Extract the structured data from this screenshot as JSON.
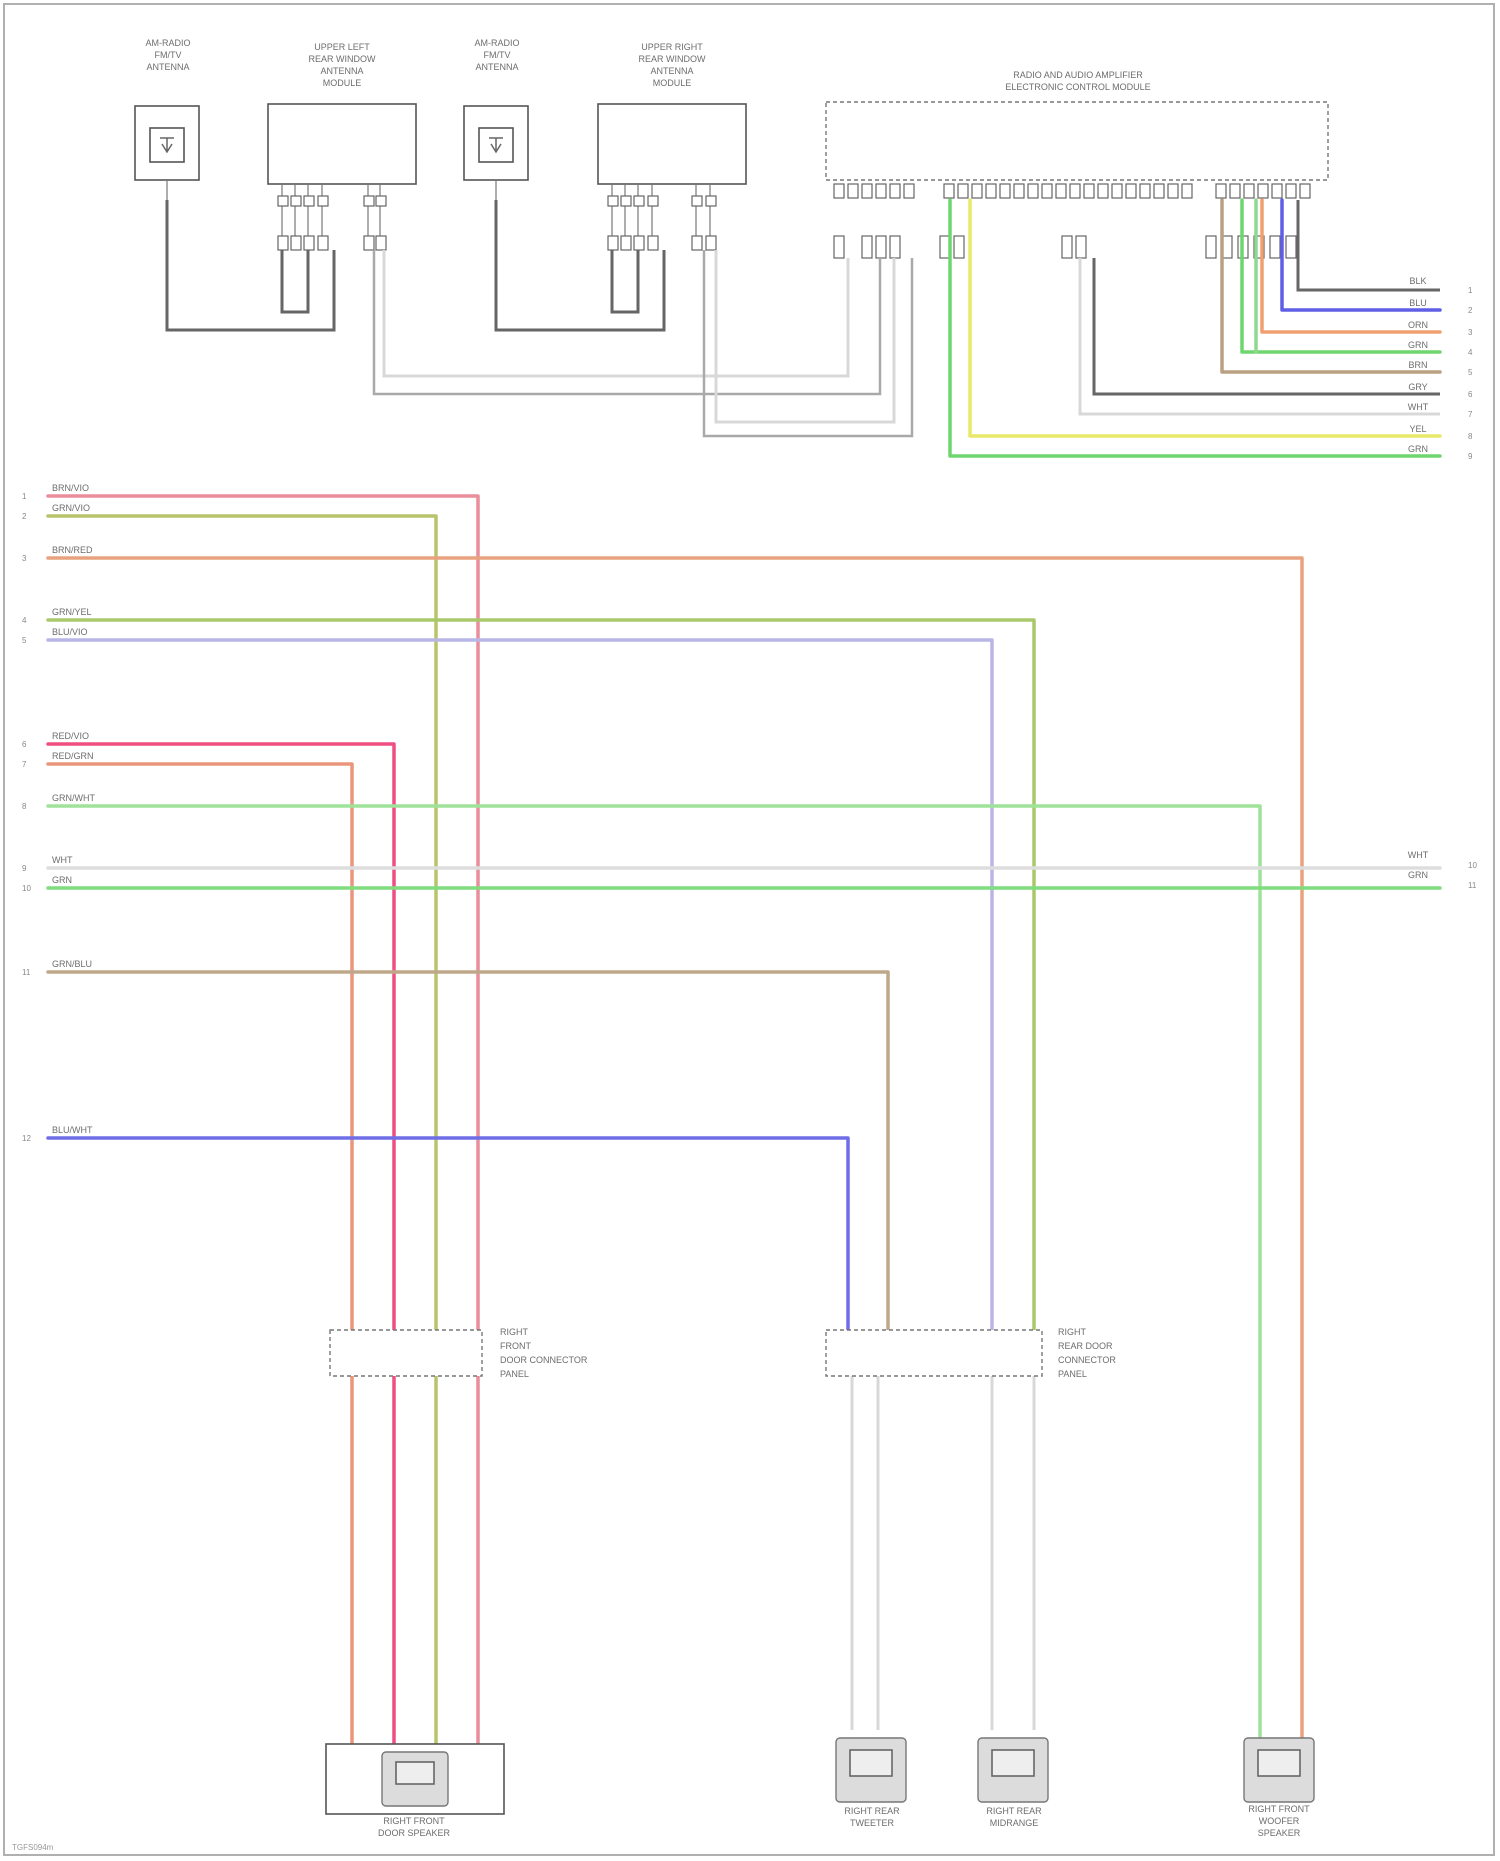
{
  "modules": {
    "left_antenna": {
      "label": [
        "AM-RADIO",
        "FM/TV",
        "ANTENNA"
      ]
    },
    "left_amp": {
      "label": [
        "UPPER LEFT",
        "REAR WINDOW",
        "ANTENNA",
        "MODULE"
      ]
    },
    "right_antenna": {
      "label": [
        "AM-RADIO",
        "FM/TV",
        "ANTENNA"
      ]
    },
    "right_amp": {
      "label": [
        "UPPER RIGHT",
        "REAR WINDOW",
        "ANTENNA",
        "MODULE"
      ]
    },
    "main_module": {
      "label": [
        "RADIO AND AUDIO AMPLIFIER",
        "ELECTRONIC CONTROL MODULE"
      ]
    }
  },
  "connectors": {
    "front_door": {
      "label": [
        "RIGHT",
        "FRONT",
        "DOOR CONNECTOR",
        "PANEL"
      ]
    },
    "rear_door": {
      "label": [
        "RIGHT",
        "REAR DOOR",
        "CONNECTOR",
        "PANEL"
      ]
    }
  },
  "speakers": {
    "front_door_speaker": {
      "label": [
        "RIGHT FRONT",
        "DOOR SPEAKER"
      ]
    },
    "rear_tweeter": {
      "label": [
        "RIGHT REAR",
        "TWEETER"
      ]
    },
    "rear_woofer": {
      "label": [
        "RIGHT REAR",
        "MIDRANGE"
      ]
    },
    "rear_sub": {
      "label": [
        "RIGHT FRONT",
        "WOOFER",
        "SPEAKER"
      ]
    }
  },
  "left_wires": [
    {
      "index": "1",
      "color_name": "BRN/VIO",
      "hex": "#e98e9a"
    },
    {
      "index": "2",
      "color_name": "GRN/VIO",
      "hex": "#b9c46a"
    },
    {
      "index": "3",
      "color_name": "BRN/RED",
      "hex": "#e8a27f"
    },
    {
      "index": "4",
      "color_name": "GRN/YEL",
      "hex": "#a8c86a"
    },
    {
      "index": "5",
      "color_name": "BLU/VIO",
      "hex": "#b9b6e6"
    },
    {
      "index": "6",
      "color_name": "RED/VIO",
      "hex": "#ef4f80"
    },
    {
      "index": "7",
      "color_name": "RED/GRN",
      "hex": "#e9967d"
    },
    {
      "index": "8",
      "color_name": "GRN/WHT",
      "hex": "#9fe29a"
    },
    {
      "index": "9",
      "color_name": "WHT",
      "hex": "#dddddd"
    },
    {
      "index": "10",
      "color_name": "GRN",
      "hex": "#7fdc7f"
    },
    {
      "index": "11",
      "color_name": "GRN/BLU",
      "hex": "#bfa88a"
    },
    {
      "index": "12",
      "color_name": "BLU/WHT",
      "hex": "#6f6ee6"
    }
  ],
  "right_labels": [
    {
      "index": "1",
      "text": "BLK"
    },
    {
      "index": "2",
      "text": "BLU"
    },
    {
      "index": "3",
      "text": "ORN"
    },
    {
      "index": "4",
      "text": "GRN"
    },
    {
      "index": "5",
      "text": "BRN"
    },
    {
      "index": "6",
      "text": "GRY"
    },
    {
      "index": "7",
      "text": "WHT"
    },
    {
      "index": "8",
      "text": "YEL"
    },
    {
      "index": "9",
      "text": "GRN"
    }
  ],
  "right_labels_low": [
    {
      "index": "10",
      "text": "WHT"
    },
    {
      "index": "11",
      "text": "GRN"
    }
  ],
  "footer": {
    "code": "TGFS094m"
  }
}
